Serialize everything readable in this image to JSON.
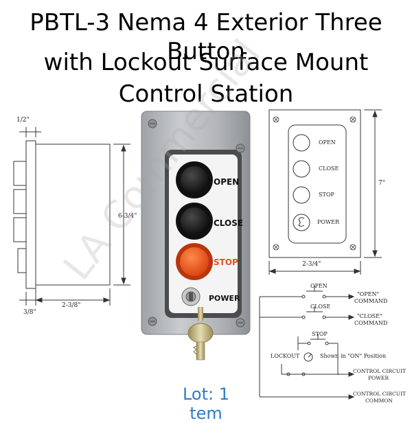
{
  "title": {
    "line1": "PBTL-3 Nema 4 Exterior Three Button",
    "line2": "with Lockout Surface Mount",
    "line3": "Control Station"
  },
  "side_view": {
    "dim_top": "1/2\"",
    "dim_height": "6-3/4\"",
    "dim_depth": "2-3/8\"",
    "dim_bottom": "3/8\""
  },
  "product": {
    "labels": [
      "OPEN",
      "CLOSE",
      "STOP",
      "POWER"
    ],
    "button_color": "#222222",
    "stop_color": "#e8521c",
    "housing_color": "#b9bcbf"
  },
  "front_view": {
    "labels": [
      "OPEN",
      "CLOSE",
      "STOP",
      "POWER"
    ],
    "dim_height": "7\"",
    "dim_width": "2-3/4\""
  },
  "schematic": {
    "open_switch": "OPEN",
    "open_command": "\"OPEN\"\nCOMMAND",
    "open_cmd_l1": "\"OPEN\"",
    "open_cmd_l2": "COMMAND",
    "close_switch": "CLOSE",
    "close_cmd_l1": "\"CLOSE\"",
    "close_cmd_l2": "COMMAND",
    "stop_switch": "STOP",
    "lockout": "LOCKOUT",
    "lockout_note": "Shown in \"ON\" Position",
    "power_l1": "CONTROL CIRCUIT",
    "power_l2": "POWER",
    "common_l1": "CONTROL CIRCUIT",
    "common_l2": "COMMON"
  },
  "lot_text": "Lot: 1 tem",
  "watermark": "LA Commercial"
}
